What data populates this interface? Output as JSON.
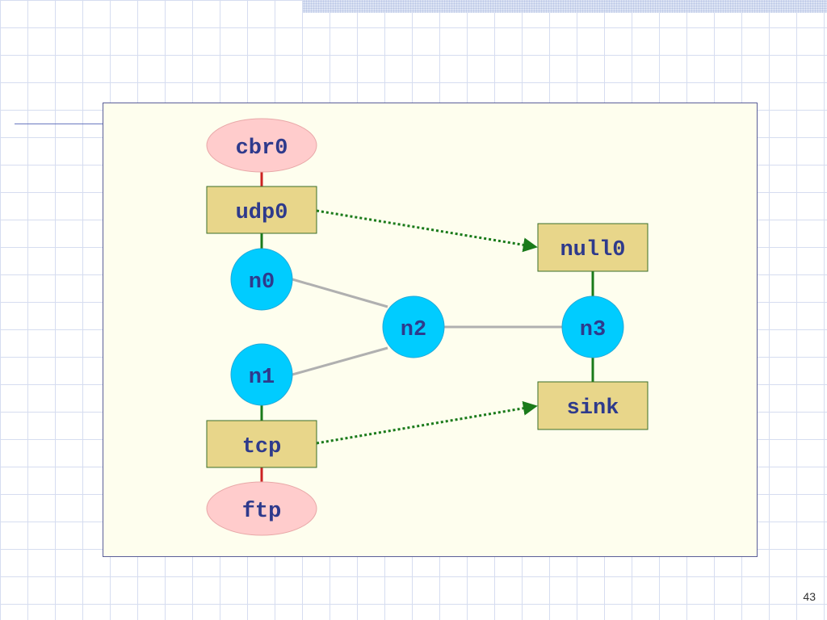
{
  "slide": {
    "page_number": "43"
  },
  "colors": {
    "frame_fill": "#fefeee",
    "node_fill": "#00ccff",
    "agent_fill": "#e8d68a",
    "app_fill": "#ffcccc",
    "attach_red": "#cc2222",
    "attach_green": "#1a7a1a",
    "link_gray": "#b0b0b0",
    "label_color": "#2e3a8c"
  },
  "diagram": {
    "applications": {
      "cbr0": "cbr0",
      "ftp": "ftp"
    },
    "agents": {
      "udp0": "udp0",
      "tcp": "tcp",
      "null0": "null0",
      "sink": "sink"
    },
    "nodes": {
      "n0": "n0",
      "n1": "n1",
      "n2": "n2",
      "n3": "n3"
    }
  }
}
